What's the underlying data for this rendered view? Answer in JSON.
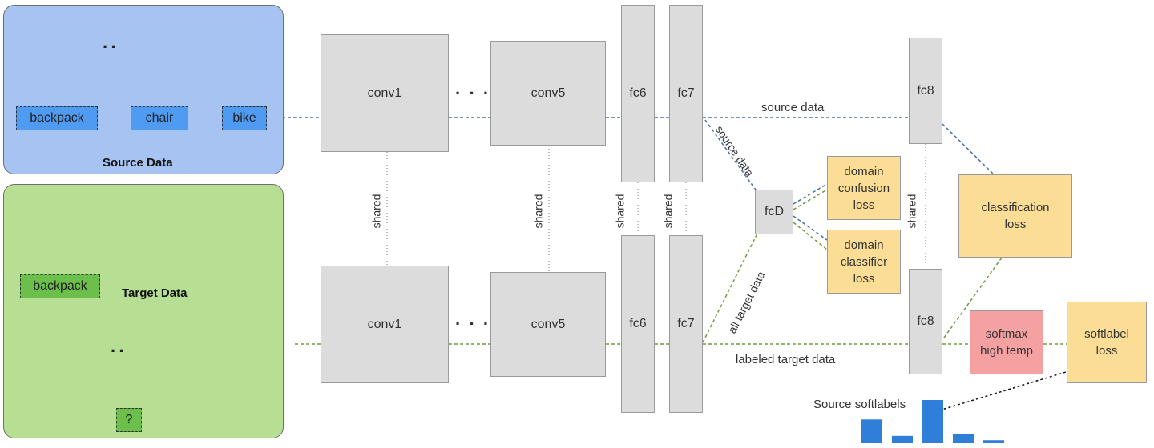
{
  "source": {
    "title": "Source Data",
    "labels": [
      "backpack",
      "chair",
      "bike"
    ]
  },
  "target": {
    "title": "Target Data",
    "label": "backpack",
    "unknown": "?"
  },
  "network": {
    "conv1_top": "conv1",
    "conv5_top": "conv5",
    "fc6_top": "fc6",
    "fc7_top": "fc7",
    "conv1_bottom": "conv1",
    "conv5_bottom": "conv5",
    "fc6_bottom": "fc6",
    "fc7_bottom": "fc7",
    "fc8_top": "fc8",
    "fc8_bottom": "fc8",
    "fcD": "fcD",
    "ellipsis": "· · ·"
  },
  "losses": {
    "domain_confusion": "domain\nconfusion\nloss",
    "domain_classifier": "domain\nclassifier\nloss",
    "classification": "classification\nloss",
    "softmax": "softmax\nhigh temp",
    "softlabel": "softlabel\nloss"
  },
  "edges": {
    "shared": "shared",
    "source_data": "source data",
    "source_data_diag": "source data",
    "all_target_data": "all target data",
    "labeled_target_data": "labeled target data",
    "source_softlabels": "Source softlabels"
  },
  "colors": {
    "source_panel": "#a7c3f1",
    "target_panel": "#b7df93",
    "source_line": "#4a6fa5",
    "target_line": "#6f9a3a",
    "bar": "#2f7fd8",
    "loss": "#fbdd96",
    "softmax": "#f6a1a1"
  },
  "chart_data": {
    "type": "bar",
    "title": "Source softlabels",
    "values": [
      0.55,
      0.17,
      1.0,
      0.22,
      0.07
    ]
  }
}
